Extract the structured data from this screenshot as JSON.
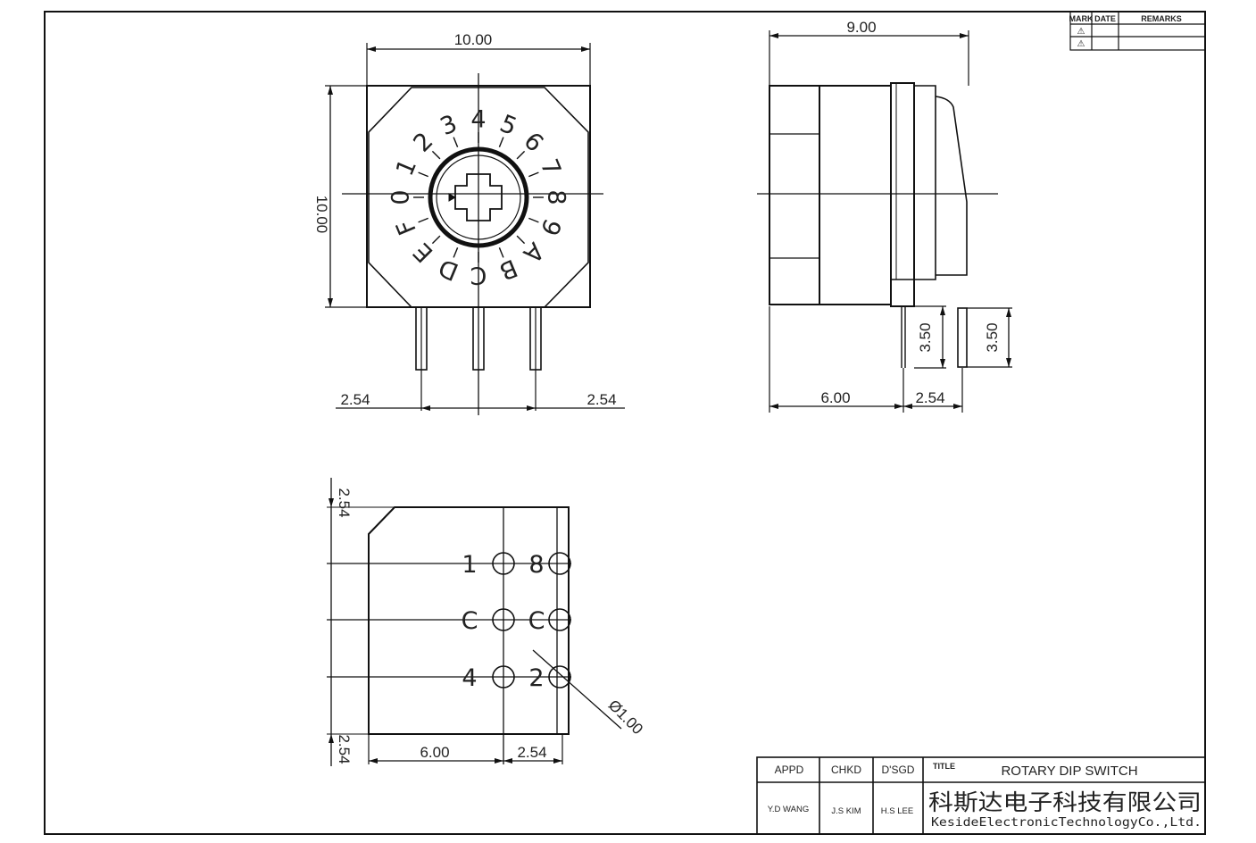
{
  "revision_table": {
    "headers": {
      "mark": "MARK",
      "date": "DATE",
      "remarks": "REMARKS"
    },
    "rows": [
      {
        "mark": "⚠",
        "date": "",
        "remarks": ""
      },
      {
        "mark": "⚠",
        "date": "",
        "remarks": ""
      }
    ]
  },
  "front_view": {
    "width_dim": "10.00",
    "height_dim": "10.00",
    "pitch_left": "2.54",
    "pitch_right": "2.54",
    "dial_digits": [
      "0",
      "1",
      "2",
      "3",
      "4",
      "5",
      "6",
      "7",
      "8",
      "9",
      "A",
      "B",
      "C",
      "D",
      "E",
      "F"
    ]
  },
  "side_view": {
    "width_dim": "9.00",
    "body_dim": "6.00",
    "pitch_dim": "2.54",
    "pin_length_1": "3.50",
    "pin_length_2": "3.50"
  },
  "bottom_view": {
    "top_pitch": "2.54",
    "bottom_pitch": "2.54",
    "body_dim": "6.00",
    "pitch_dim": "2.54",
    "hole_dim": "Ø1.00",
    "pin_labels": {
      "left": [
        "1",
        "C",
        "4"
      ],
      "right": [
        "8",
        "C",
        "2"
      ]
    }
  },
  "title_block": {
    "appd_label": "APPD",
    "chkd_label": "CHKD",
    "dsgd_label": "D'SGD",
    "title_label": "TITLE",
    "appd_name": "Y.D WANG",
    "chkd_name": "J.S KIM",
    "dsgd_name": "H.S LEE",
    "title": "ROTARY DIP SWITCH",
    "company_cn": "科斯达电子科技有限公司",
    "company_en": "KesideElectronicTechnologyCo.,Ltd."
  },
  "colors": {
    "line": "#111111",
    "text": "#222222"
  }
}
